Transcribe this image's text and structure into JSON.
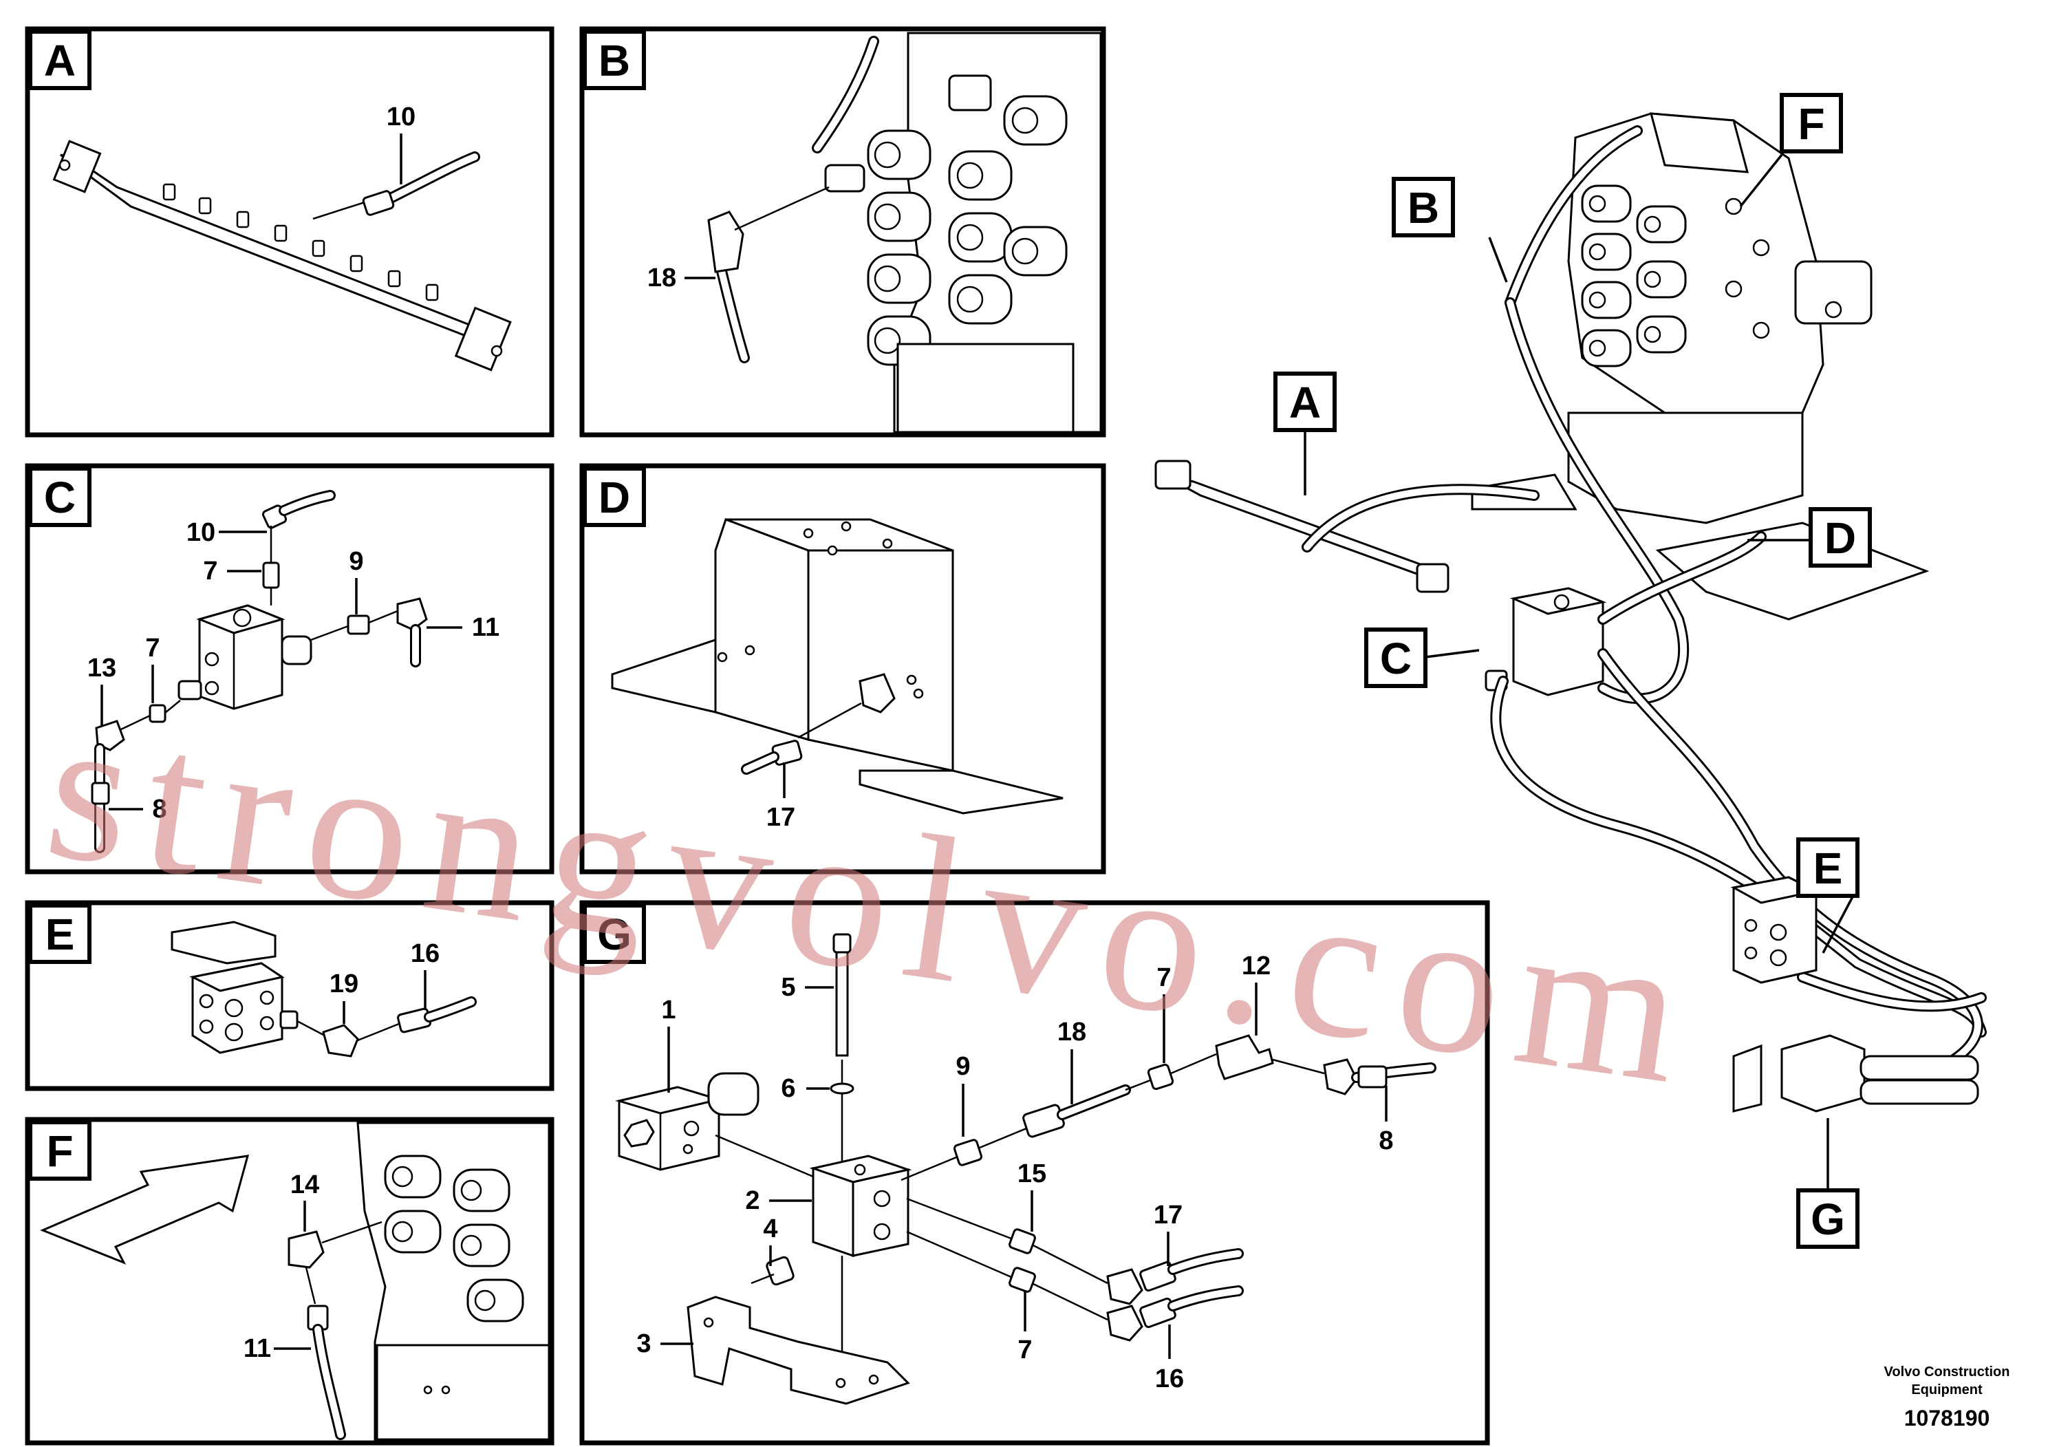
{
  "panels": {
    "A": {
      "letter": "A",
      "callouts": [
        "10"
      ]
    },
    "B": {
      "letter": "B",
      "callouts": [
        "18"
      ]
    },
    "C": {
      "letter": "C",
      "callouts": [
        "10",
        "7",
        "9",
        "11",
        "13",
        "7",
        "8"
      ]
    },
    "D": {
      "letter": "D",
      "callouts": [
        "17"
      ]
    },
    "E": {
      "letter": "E",
      "callouts": [
        "16",
        "19"
      ]
    },
    "F": {
      "letter": "F",
      "callouts": [
        "14",
        "11"
      ]
    },
    "G": {
      "letter": "G",
      "callouts": [
        "5",
        "1",
        "18",
        "7",
        "12",
        "6",
        "9",
        "8",
        "2",
        "15",
        "4",
        "17",
        "3",
        "7",
        "16"
      ]
    }
  },
  "overview": {
    "pointers": [
      "F",
      "B",
      "A",
      "D",
      "C",
      "E",
      "G"
    ]
  },
  "footer": {
    "company_line1": "Volvo Construction",
    "company_line2": "Equipment",
    "drawing_number": "1078190"
  },
  "watermark": {
    "text": "strongvolvo.com"
  }
}
